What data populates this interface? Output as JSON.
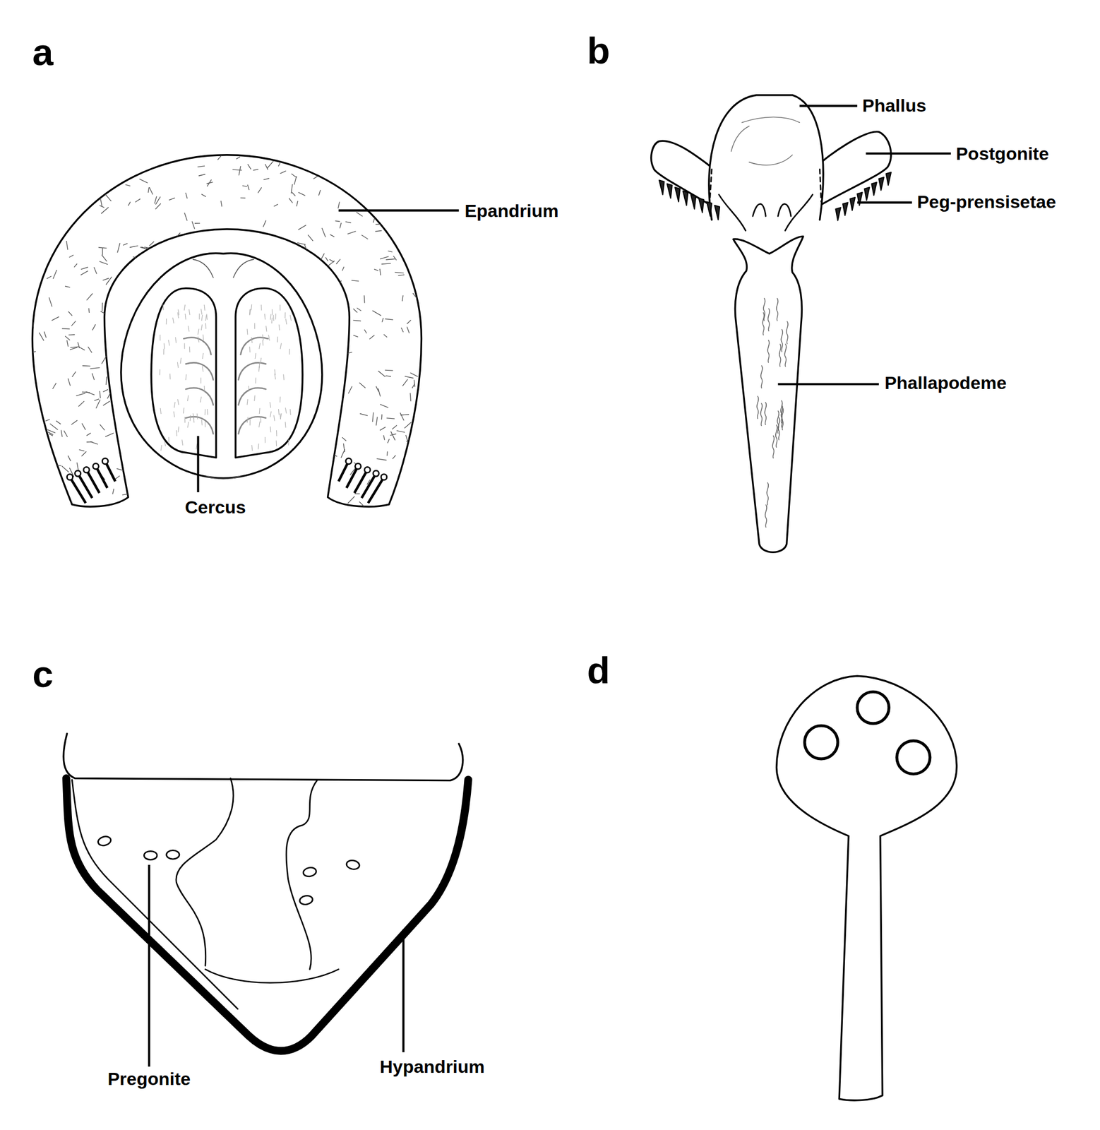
{
  "diagram": {
    "labels": [
      "a",
      "b",
      "c",
      "d",
      "Epandrium",
      "Cercus",
      "Phallus",
      "Postgonite",
      "Peg-prensisetae",
      "Phallapodeme",
      "Pregonite",
      "Hypandrium"
    ]
  }
}
